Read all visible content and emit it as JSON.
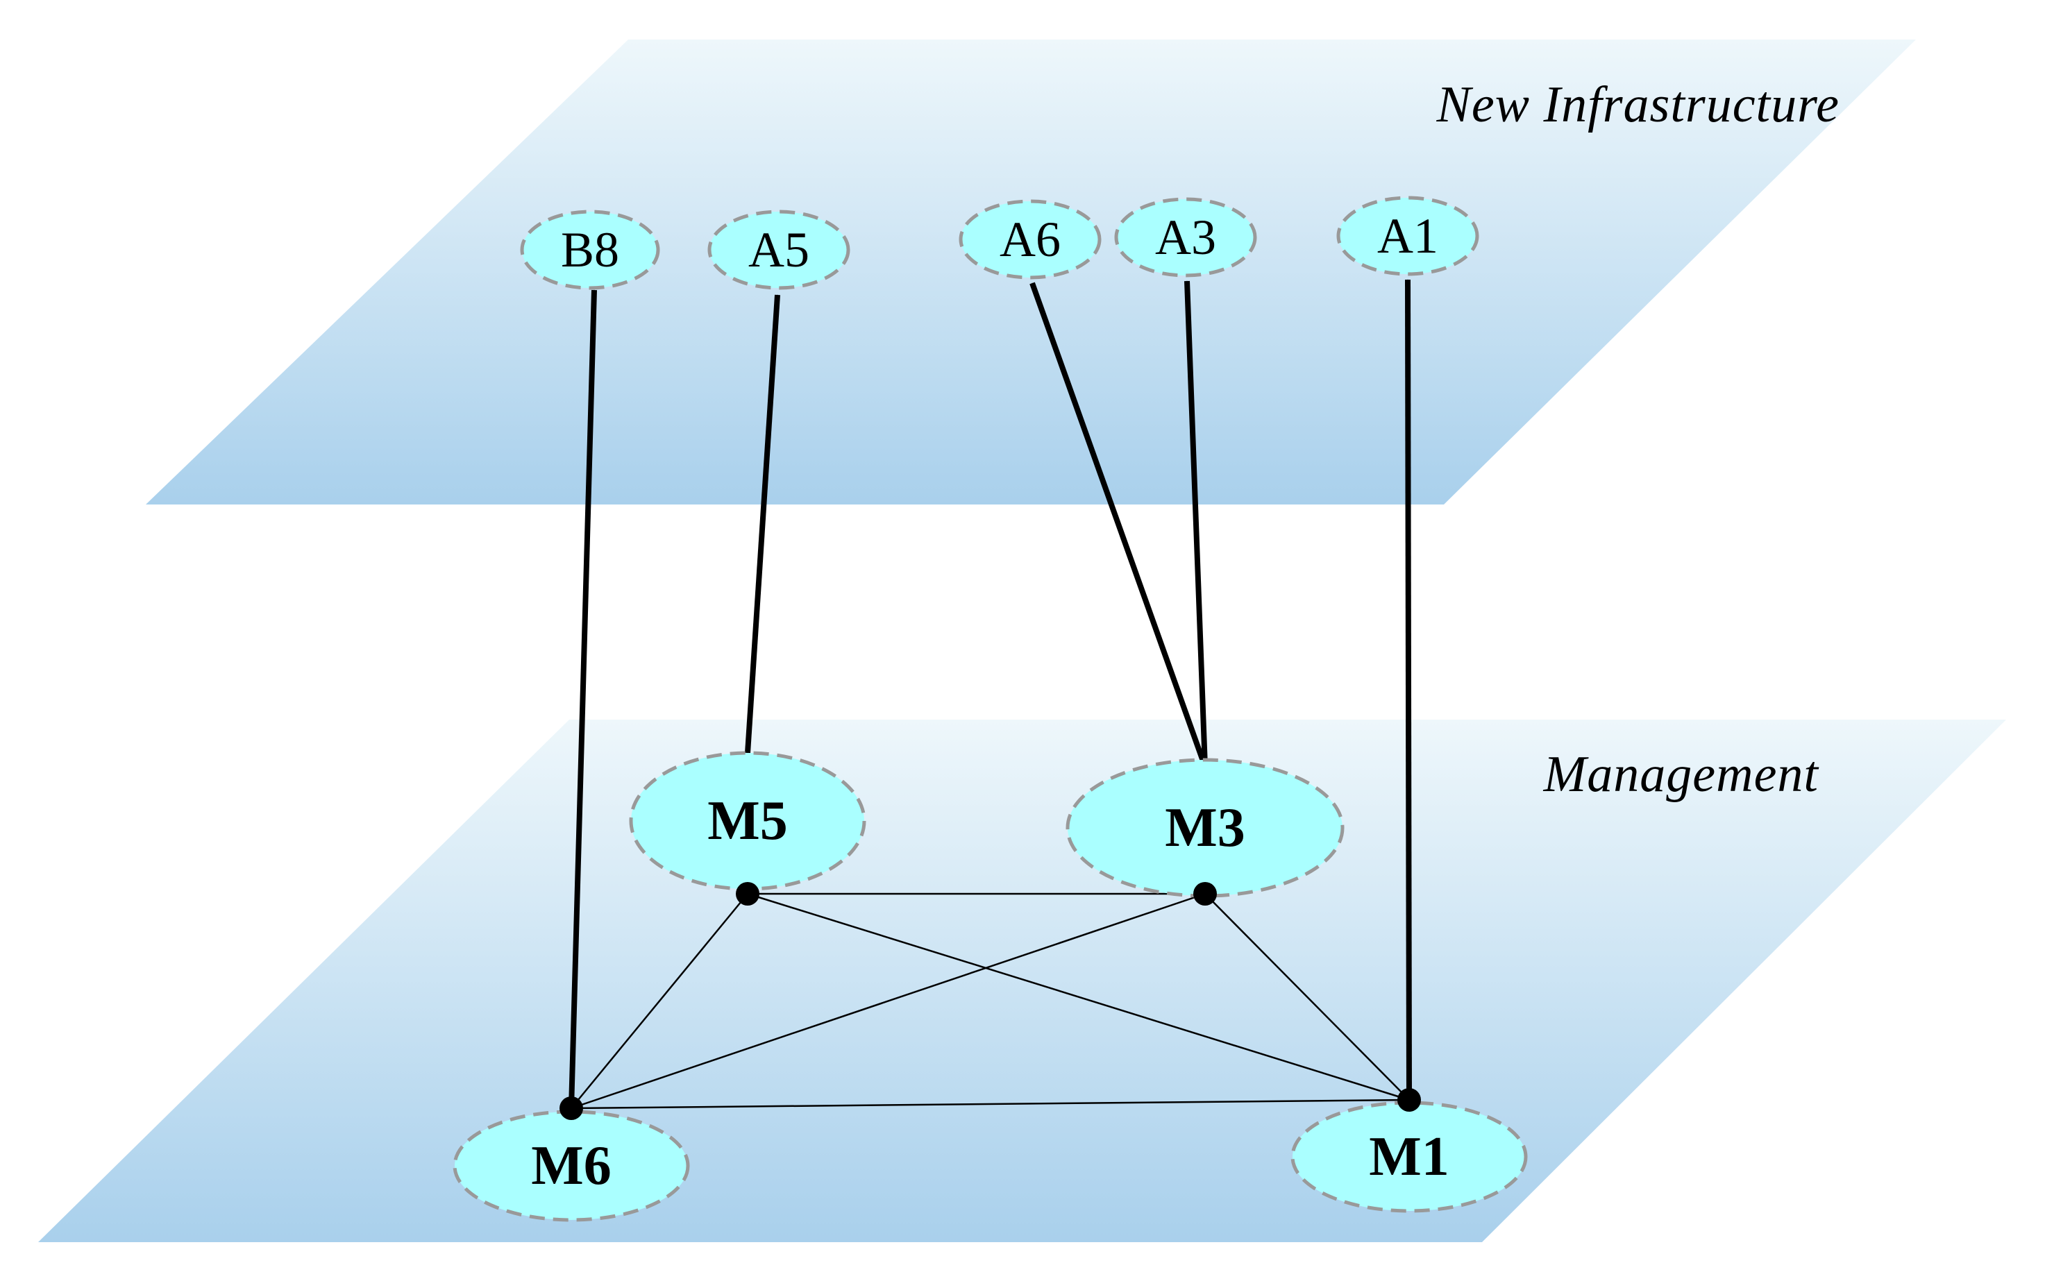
{
  "layers": [
    {
      "id": "top",
      "label": "New Infrastructure"
    },
    {
      "id": "bottom",
      "label": "Management"
    }
  ],
  "nodes": {
    "B8": "B8",
    "A5": "A5",
    "A6": "A6",
    "A3": "A3",
    "A1": "A1",
    "M5": "M5",
    "M3": "M3",
    "M6": "M6",
    "M1": "M1"
  },
  "edges": {
    "directed": [
      {
        "from": "M6",
        "to": "B8"
      },
      {
        "from": "M5",
        "to": "A5"
      },
      {
        "from": "M3",
        "to": "A6"
      },
      {
        "from": "M3",
        "to": "A3"
      },
      {
        "from": "M1",
        "to": "A1"
      }
    ],
    "undirected": [
      {
        "from": "M5",
        "to": "M3"
      },
      {
        "from": "M5",
        "to": "M6"
      },
      {
        "from": "M5",
        "to": "M1"
      },
      {
        "from": "M3",
        "to": "M6"
      },
      {
        "from": "M3",
        "to": "M1"
      },
      {
        "from": "M6",
        "to": "M1"
      }
    ]
  },
  "colors": {
    "plane_top": "#eef7fb",
    "plane_bottom": "#a9d0ec",
    "node_fill": "#aaffff",
    "node_border": "#999999",
    "line": "#000000"
  }
}
